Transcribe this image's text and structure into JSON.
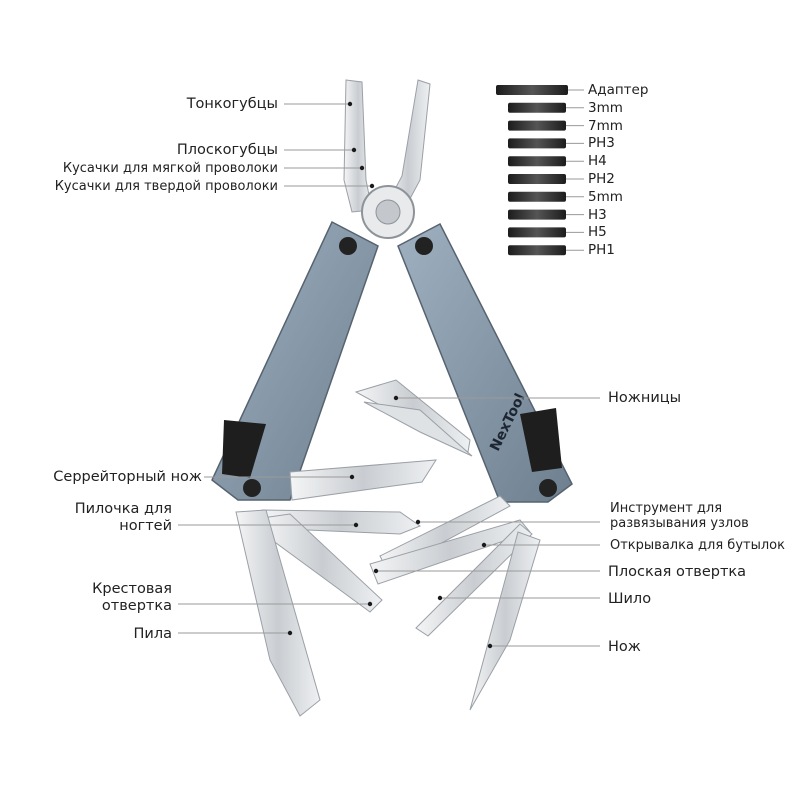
{
  "labels_left": [
    {
      "key": "tonkogubtsy",
      "text": "Тонкогубцы"
    },
    {
      "key": "ploskogubtsy",
      "text": "Плоскогубцы"
    },
    {
      "key": "kusachki_soft",
      "text": "Кусачки для мягкой проволоки"
    },
    {
      "key": "kusachki_hard",
      "text": "Кусачки для твердой проволоки"
    },
    {
      "key": "serrated",
      "text": "Серрейторный нож"
    },
    {
      "key": "nailfile_1",
      "text": "Пилочка для"
    },
    {
      "key": "nailfile_2",
      "text": "ногтей"
    },
    {
      "key": "phillips_1",
      "text": "Крестовая"
    },
    {
      "key": "phillips_2",
      "text": "отвертка"
    },
    {
      "key": "saw",
      "text": "Пила"
    }
  ],
  "labels_right": [
    {
      "key": "scissors",
      "text": "Ножницы"
    },
    {
      "key": "knot_1",
      "text": "Инструмент для"
    },
    {
      "key": "knot_2",
      "text": "развязывания узлов"
    },
    {
      "key": "bottle",
      "text": "Открывалка для бутылок"
    },
    {
      "key": "flat",
      "text": "Плоская отвертка"
    },
    {
      "key": "awl",
      "text": "Шило"
    },
    {
      "key": "knife",
      "text": "Нож"
    }
  ],
  "bits": [
    "Адаптер",
    "3mm",
    "7mm",
    "PH3",
    "H4",
    "PH2",
    "5mm",
    "H3",
    "H5",
    "PH1"
  ],
  "brand": "NexTool",
  "colors": {
    "handle": "#8a9bab",
    "handle_dark": "#5f7080",
    "steel": "#d9dcdf",
    "line": "#9a9a9a",
    "bit": "#2b2b2b"
  }
}
